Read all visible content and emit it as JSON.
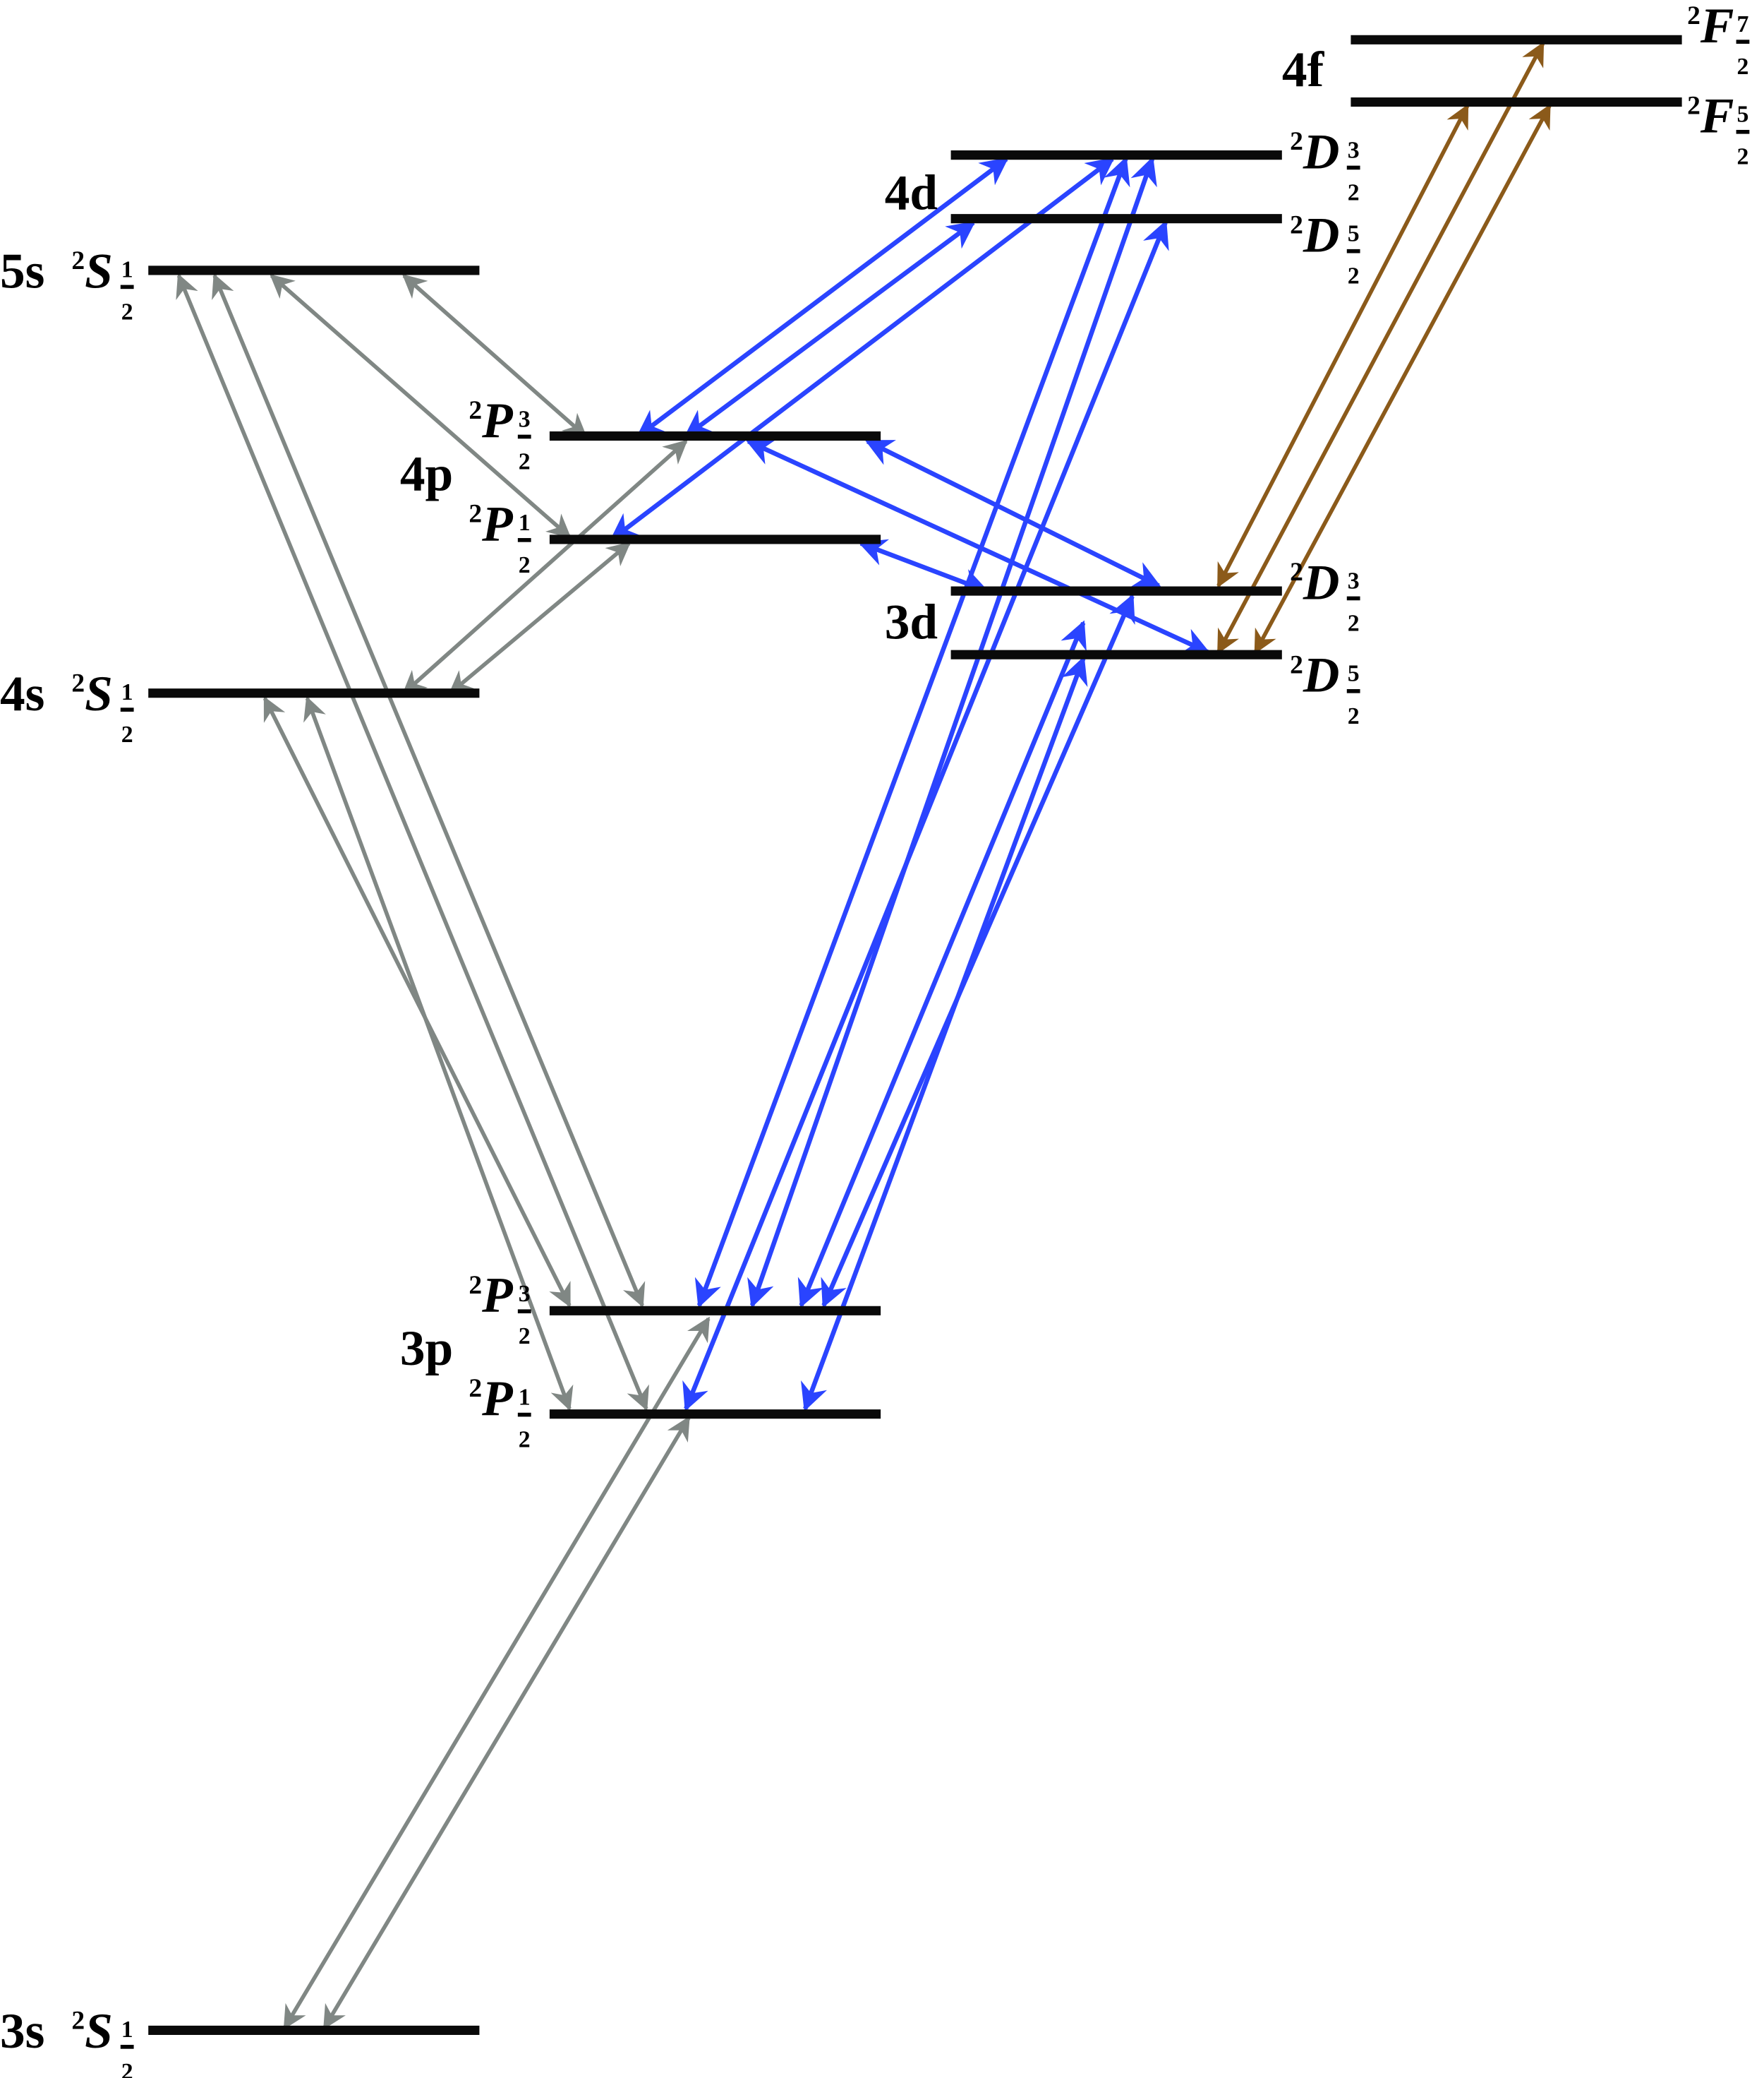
{
  "colors": {
    "level": "#0a0a0a",
    "gray": "#808784",
    "blue": "#2a44ff",
    "brown": "#8b5a1a"
  },
  "levels": [
    {
      "id": "3s",
      "config": "3s",
      "mult": "2",
      "L": "S",
      "jn": "1",
      "jd": "2"
    },
    {
      "id": "4s",
      "config": "4s",
      "mult": "2",
      "L": "S",
      "jn": "1",
      "jd": "2"
    },
    {
      "id": "5s",
      "config": "5s",
      "mult": "2",
      "L": "S",
      "jn": "1",
      "jd": "2"
    },
    {
      "id": "3p32",
      "config": "",
      "mult": "2",
      "L": "P",
      "jn": "3",
      "jd": "2"
    },
    {
      "id": "3p12",
      "config": "3p",
      "mult": "2",
      "L": "P",
      "jn": "1",
      "jd": "2"
    },
    {
      "id": "4p32",
      "config": "",
      "mult": "2",
      "L": "P",
      "jn": "3",
      "jd": "2"
    },
    {
      "id": "4p12",
      "config": "4p",
      "mult": "2",
      "L": "P",
      "jn": "1",
      "jd": "2"
    },
    {
      "id": "3d32",
      "config": "3d",
      "mult": "2",
      "L": "D",
      "jn": "3",
      "jd": "2"
    },
    {
      "id": "3d52",
      "config": "",
      "mult": "2",
      "L": "D",
      "jn": "5",
      "jd": "2"
    },
    {
      "id": "4d32",
      "config": "4d",
      "mult": "2",
      "L": "D",
      "jn": "3",
      "jd": "2"
    },
    {
      "id": "4d52",
      "config": "",
      "mult": "2",
      "L": "D",
      "jn": "5",
      "jd": "2"
    },
    {
      "id": "4f72",
      "config": "4f",
      "mult": "2",
      "L": "F",
      "jn": "7",
      "jd": "2"
    },
    {
      "id": "4f52",
      "config": "",
      "mult": "2",
      "L": "F",
      "jn": "5",
      "jd": "2"
    }
  ],
  "transitions": [
    {
      "from": "3s",
      "to": "3p32",
      "group": "gray"
    },
    {
      "from": "3s",
      "to": "3p12",
      "group": "gray"
    },
    {
      "from": "4s",
      "to": "3p32",
      "group": "gray"
    },
    {
      "from": "4s",
      "to": "3p12",
      "group": "gray"
    },
    {
      "from": "5s",
      "to": "3p12",
      "group": "gray"
    },
    {
      "from": "5s",
      "to": "3p32",
      "group": "gray"
    },
    {
      "from": "5s",
      "to": "4p12",
      "group": "gray"
    },
    {
      "from": "5s",
      "to": "4p32",
      "group": "gray"
    },
    {
      "from": "4s",
      "to": "4p32",
      "group": "gray"
    },
    {
      "from": "4s",
      "to": "4p12",
      "group": "gray"
    },
    {
      "from": "4p32",
      "to": "4d32",
      "group": "blue"
    },
    {
      "from": "4p32",
      "to": "4d52",
      "group": "blue"
    },
    {
      "from": "4p12",
      "to": "4d32",
      "group": "blue"
    },
    {
      "from": "4p32",
      "to": "3d52",
      "group": "blue"
    },
    {
      "from": "4p32",
      "to": "3d32",
      "group": "blue"
    },
    {
      "from": "4p12",
      "to": "3d32",
      "group": "blue"
    },
    {
      "from": "3p32",
      "to": "4d32",
      "group": "blue"
    },
    {
      "from": "3p12",
      "to": "4d52",
      "group": "blue"
    },
    {
      "from": "3p32",
      "to": "4d32",
      "group": "blue"
    },
    {
      "from": "3p32",
      "to": "3d52",
      "group": "blue"
    },
    {
      "from": "3p32",
      "to": "3d32",
      "group": "blue"
    },
    {
      "from": "3p12",
      "to": "3d52",
      "group": "blue"
    },
    {
      "from": "3d32",
      "to": "4f52",
      "group": "brown"
    },
    {
      "from": "3d52",
      "to": "4f72",
      "group": "brown"
    },
    {
      "from": "3d52",
      "to": "4f52",
      "group": "brown"
    }
  ]
}
